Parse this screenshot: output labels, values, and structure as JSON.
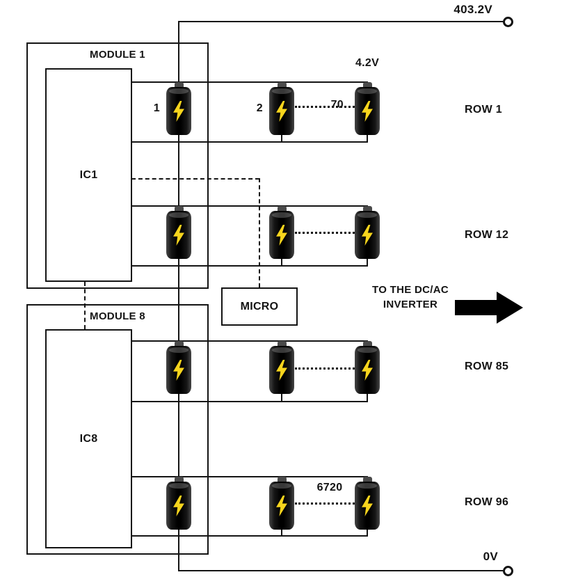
{
  "colors": {
    "wire": "#141414",
    "bolt_yellow": "#f7d51d",
    "cell_black": "#000000"
  },
  "terminals": {
    "top": "403.2V",
    "bottom": "0V"
  },
  "module1": {
    "title": "MODULE 1",
    "ic": "IC1"
  },
  "module8": {
    "title": "MODULE 8",
    "ic": "IC8"
  },
  "micro": {
    "title": "MICRO"
  },
  "inverter": {
    "line1": "TO THE DC/AC",
    "line2": "INVERTER"
  },
  "rows": {
    "r1": "ROW 1",
    "r12": "ROW 12",
    "r85": "ROW 85",
    "r96": "ROW 96"
  },
  "cells": {
    "first_index": "1",
    "second_index": "2",
    "index_70": "70",
    "index_6720": "6720",
    "voltage": "4.2V"
  }
}
